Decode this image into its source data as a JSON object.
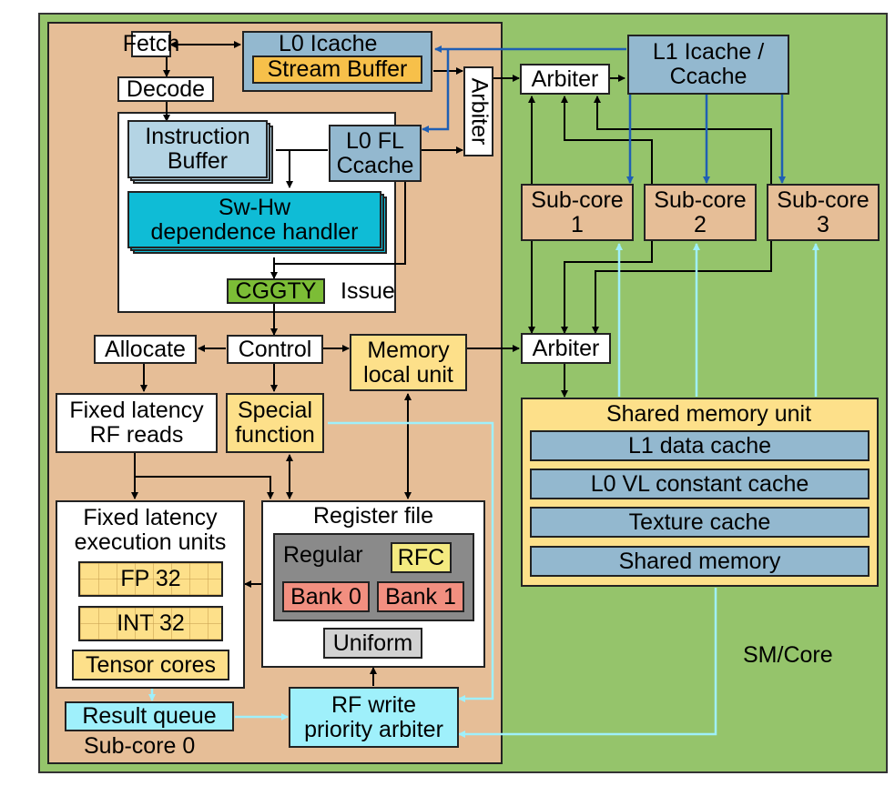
{
  "diagram": {
    "sm_label": "SM/Core",
    "subcore0": {
      "label": "Sub-core 0",
      "fetch": "Fetch",
      "decode": "Decode",
      "l0_icache": "L0 Icache",
      "stream_buffer": "Stream Buffer",
      "arbiter_vertical": "Arbiter",
      "instruction_buffer": [
        "Instruction",
        "Buffer"
      ],
      "l0_fl_ccache": [
        "L0 FL",
        "Ccache"
      ],
      "dependence_handler": [
        "Sw-Hw",
        "dependence handler"
      ],
      "cggty": "CGGTY",
      "issue": "Issue",
      "allocate": "Allocate",
      "control": "Control",
      "memory_local_unit": [
        "Memory",
        "local unit"
      ],
      "fixed_latency_rf_reads": [
        "Fixed latency",
        "RF reads"
      ],
      "special_function": [
        "Special",
        "function"
      ],
      "fixed_latency_exec_units": [
        "Fixed latency",
        "execution units"
      ],
      "fp32": "FP 32",
      "int32": "INT 32",
      "tensor_cores": "Tensor cores",
      "register_file": {
        "title": "Register file",
        "regular": "Regular",
        "rfc": "RFC",
        "bank0": "Bank 0",
        "bank1": "Bank 1",
        "uniform": "Uniform"
      },
      "result_queue": "Result queue",
      "rf_write_arbiter": [
        "RF write",
        "priority arbiter"
      ]
    },
    "top_arbiter": "Arbiter",
    "l1_icache": [
      "L1 Icache /",
      "Ccache"
    ],
    "subcores": [
      {
        "label": [
          "Sub-core",
          "1"
        ]
      },
      {
        "label": [
          "Sub-core",
          "2"
        ]
      },
      {
        "label": [
          "Sub-core",
          "3"
        ]
      }
    ],
    "mem_arbiter": "Arbiter",
    "shared_memory_unit": {
      "title": "Shared memory unit",
      "items": [
        "L1 data cache",
        "L0 VL constant cache",
        "Texture cache",
        "Shared memory"
      ]
    },
    "colors": {
      "sm_background": "#95c46b",
      "subcore_background": "#e6be97",
      "instruction_wire": "#1f5fb4",
      "writeback_wire": "#9ff0fb",
      "control_wire": "#000000"
    }
  }
}
